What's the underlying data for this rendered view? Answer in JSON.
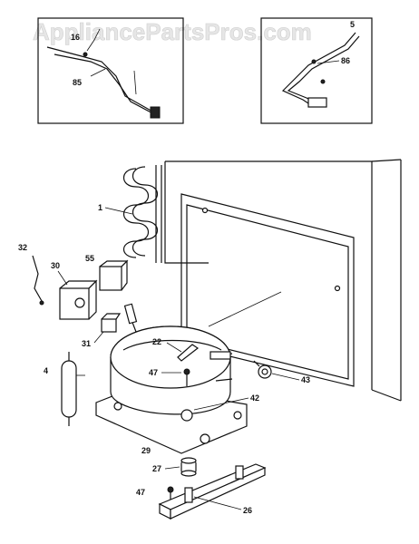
{
  "watermark": "AppliancePartsPros.com",
  "callouts": {
    "p1": "1",
    "p4": "4",
    "p5": "5",
    "p22": "22",
    "p26": "26",
    "p27": "27",
    "p29": "29",
    "p30": "30",
    "p31": "31",
    "p32": "32",
    "p42": "42",
    "p43": "43",
    "p47a": "47",
    "p47b": "47",
    "p55": "55",
    "p85": "85",
    "p86": "86",
    "p16": "16"
  }
}
